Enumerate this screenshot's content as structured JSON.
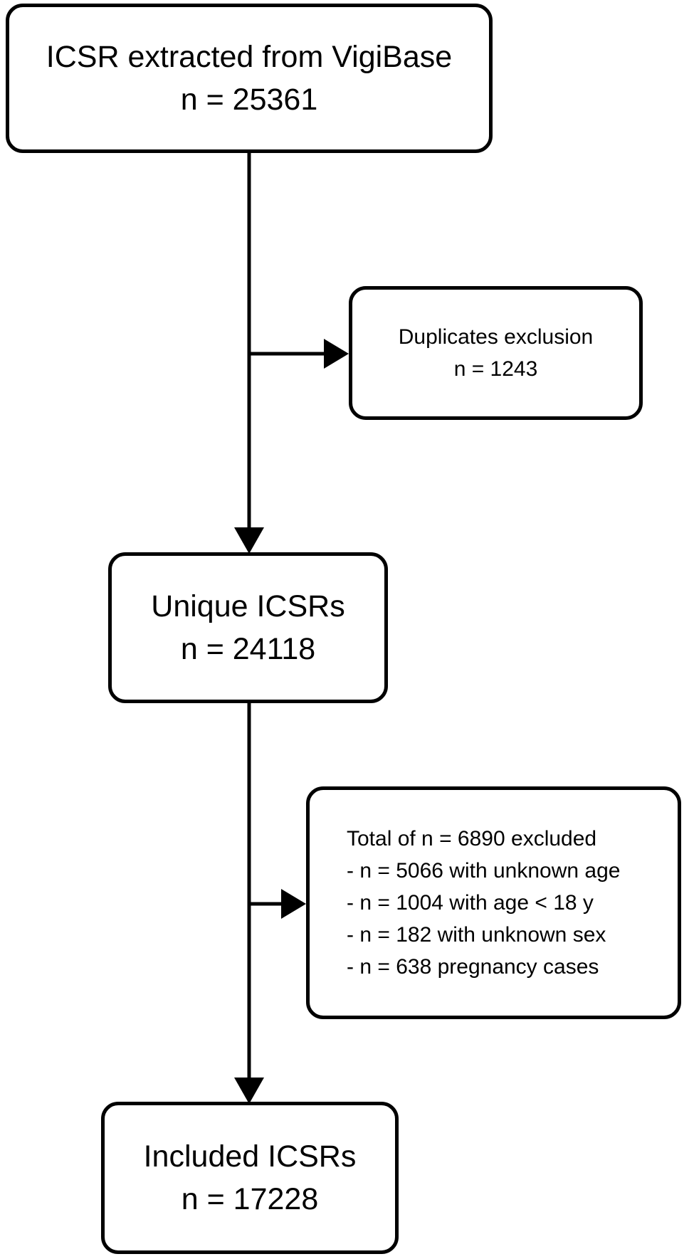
{
  "figure": {
    "background_color": "#ffffff",
    "line_color": "#000000",
    "text_color": "#000000"
  },
  "flowchart": {
    "source_box": {
      "label": "ICSR extracted from VigiBase",
      "count": "n = 25361"
    },
    "duplicates_box": {
      "label": "Duplicates exclusion",
      "count": "n = 1243"
    },
    "unique_box": {
      "label": "Unique ICSRs",
      "count": "n = 24118"
    },
    "excluded_box": {
      "lines": [
        "Total of n = 6890 excluded",
        "- n = 5066 with unknown age",
        "- n = 1004 with age < 18 y",
        "- n = 182 with unknown sex",
        "- n = 638 pregnancy cases"
      ]
    },
    "included_box": {
      "label": "Included ICSRs",
      "count": "n = 17228"
    }
  }
}
